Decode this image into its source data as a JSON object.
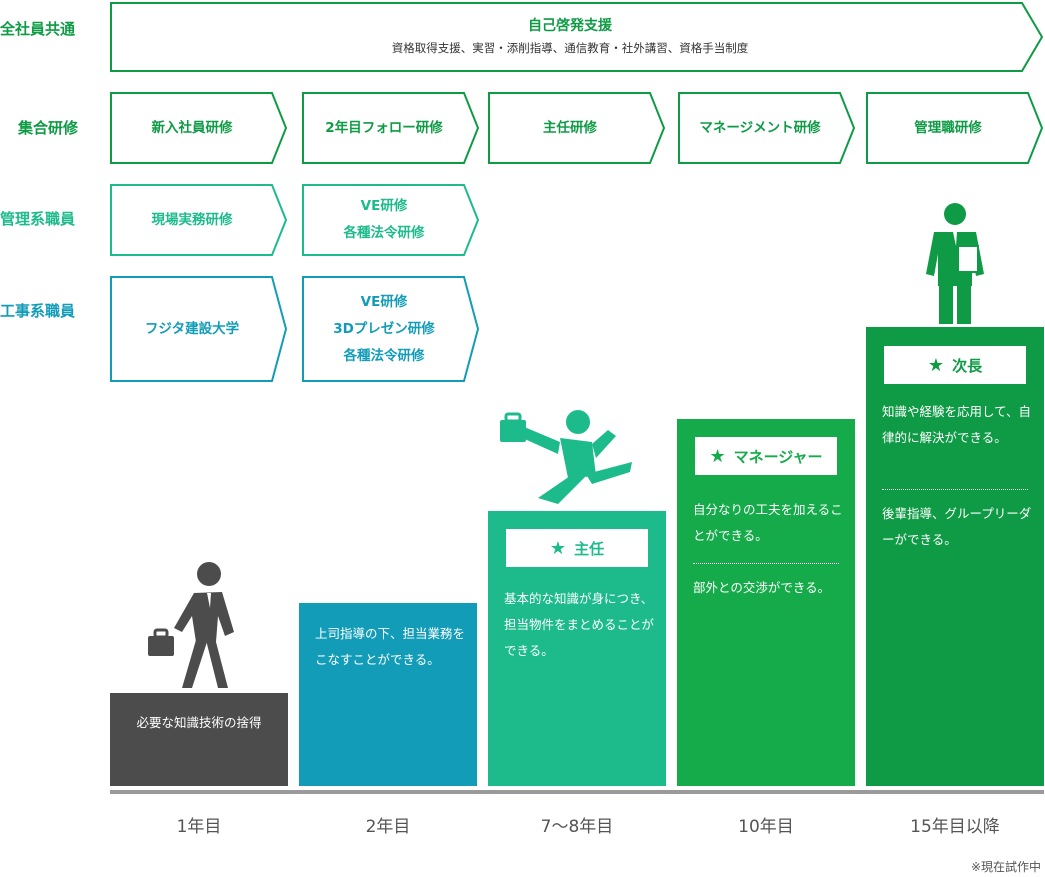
{
  "colors": {
    "green": "#0f9b46",
    "teal": "#1dbb8c",
    "blue": "#139cb8",
    "gray": "#4c4c4c",
    "baseline": "#9a9a9a"
  },
  "rows": {
    "all": "全社員共通",
    "group": "集合研修",
    "admin": "管理系職員",
    "eng": "工事系職員"
  },
  "self_dev": {
    "title": "自己啓発支援",
    "subtitle": "資格取得支援、実習・添削指導、通信教育・社外講習、資格手当制度"
  },
  "group_training": [
    "新入社員研修",
    "2年目フォロー研修",
    "主任研修",
    "マネージメント研修",
    "管理職研修"
  ],
  "admin_training": [
    {
      "lines": [
        "現場実務研修"
      ]
    },
    {
      "lines": [
        "VE研修",
        "各種法令研修"
      ]
    }
  ],
  "eng_training": [
    {
      "lines": [
        "フジタ建設大学"
      ]
    },
    {
      "lines": [
        "VE研修",
        "3Dプレゼン研修",
        "各種法令研修"
      ]
    }
  ],
  "stages": [
    {
      "text": "必要な知識技術の捨得"
    },
    {
      "text": "上司指導の下、担当業務をこなすことができる。"
    },
    {
      "title": "主任",
      "texts": [
        "基本的な知識が身につき、担当物件をまとめることができる。"
      ]
    },
    {
      "title": "マネージャー",
      "texts": [
        "自分なりの工夫を加えることができる。",
        "部外との交渉ができる。"
      ]
    },
    {
      "title": "次長",
      "texts": [
        "知識や経験を応用して、自律的に解決ができる。",
        "後輩指導、グループリーダーができる。"
      ]
    }
  ],
  "star": "★",
  "years": [
    "1年目",
    "2年目",
    "7〜8年目",
    "10年目",
    "15年目以降"
  ],
  "note": "※現在試作中"
}
